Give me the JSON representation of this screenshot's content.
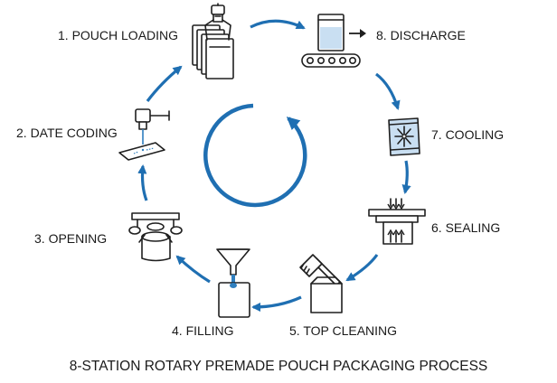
{
  "stations": [
    {
      "number": "1",
      "label": "1. POUCH LOADING",
      "icon": "pouch-loading-icon"
    },
    {
      "number": "2",
      "label": "2. DATE CODING",
      "icon": "date-coding-icon"
    },
    {
      "number": "3",
      "label": "3. OPENING",
      "icon": "opening-icon"
    },
    {
      "number": "4",
      "label": "4. FILLING",
      "icon": "filling-icon"
    },
    {
      "number": "5",
      "label": "5. TOP CLEANING",
      "icon": "top-cleaning-icon"
    },
    {
      "number": "6",
      "label": "6. SEALING",
      "icon": "sealing-icon"
    },
    {
      "number": "7",
      "label": "7. COOLING",
      "icon": "cooling-icon"
    },
    {
      "number": "8",
      "label": "8. DISCHARGE",
      "icon": "discharge-icon"
    }
  ],
  "title": "8-STATION ROTARY PREMADE POUCH PACKAGING PROCESS",
  "colors": {
    "arrow": "#1f6fb2",
    "ink": "#1f1f1f",
    "accent": "#2f7fbf"
  }
}
